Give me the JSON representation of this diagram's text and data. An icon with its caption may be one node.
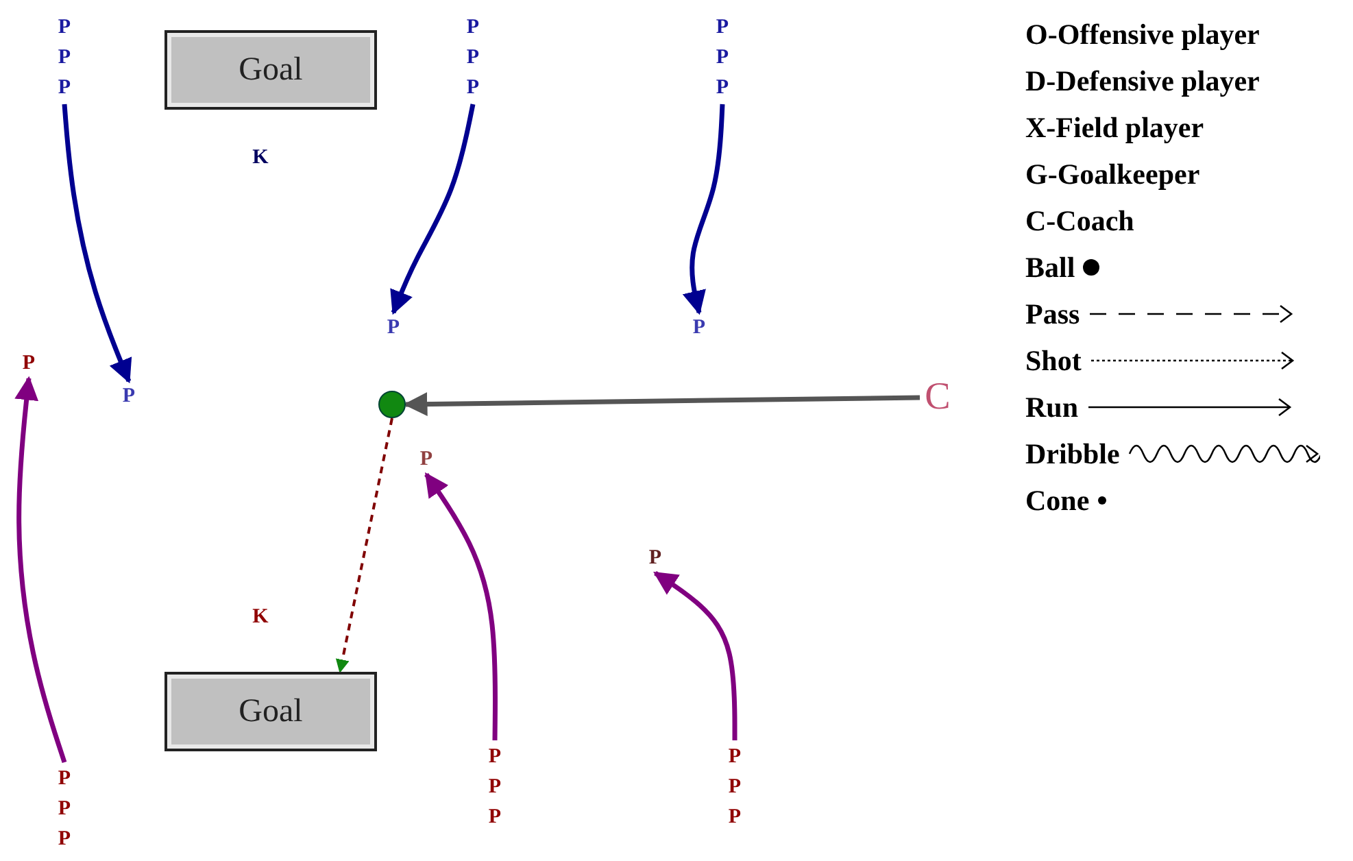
{
  "diagram": {
    "nodes": [
      {
        "text": [
          "P",
          "P",
          "P"
        ]
      },
      {
        "text": [
          "Goal"
        ]
      },
      {
        "text": [
          "P",
          "P",
          "P"
        ]
      },
      {
        "text": [
          "P",
          "P",
          "P"
        ]
      },
      {
        "text": [
          "K"
        ]
      },
      {
        "text": [
          "P"
        ]
      },
      {
        "text": [
          "P"
        ]
      },
      {
        "text": [
          "P"
        ]
      },
      {
        "text": [
          "P"
        ]
      },
      {
        "text": [],
        "shape": "circle"
      },
      {
        "text": [
          "C"
        ]
      },
      {
        "text": [
          "P"
        ]
      },
      {
        "text": [
          "P"
        ]
      },
      {
        "text": [
          "K"
        ]
      },
      {
        "text": [
          "Goal"
        ]
      },
      {
        "text": [
          "P",
          "P",
          "P"
        ]
      },
      {
        "text": [
          "P",
          "P",
          "P"
        ]
      },
      {
        "text": [
          "P",
          "P",
          "P"
        ]
      }
    ],
    "edges": [
      {
        "from": 0,
        "to": 8,
        "arrow": "to",
        "color": "#000090"
      },
      {
        "from": 2,
        "to": 5,
        "arrow": "to",
        "color": "#000090"
      },
      {
        "from": 3,
        "to": 6,
        "arrow": "to",
        "color": "#000090"
      },
      {
        "from": 10,
        "to": 9,
        "arrow": "to",
        "color": "#555555"
      },
      {
        "from": 9,
        "to": 14,
        "arrow": "to",
        "style": "dashed",
        "color": "#800000"
      },
      {
        "from": 15,
        "to": 7,
        "arrow": "to",
        "color": "#800080"
      },
      {
        "from": 16,
        "to": 11,
        "arrow": "to",
        "color": "#800080"
      },
      {
        "from": 17,
        "to": 12,
        "arrow": "to",
        "color": "#800080"
      }
    ],
    "legend": [
      {
        "text": "O-Offensive player"
      },
      {
        "text": "D-Defensive player"
      },
      {
        "text": "X-Field player"
      },
      {
        "text": "G-Goalkeeper"
      },
      {
        "text": "C-Coach"
      },
      {
        "text": "Ball"
      },
      {
        "text": "Pass"
      },
      {
        "text": "Shot"
      },
      {
        "text": "Run"
      },
      {
        "text": "Dribble"
      },
      {
        "text": "Cone"
      }
    ]
  }
}
